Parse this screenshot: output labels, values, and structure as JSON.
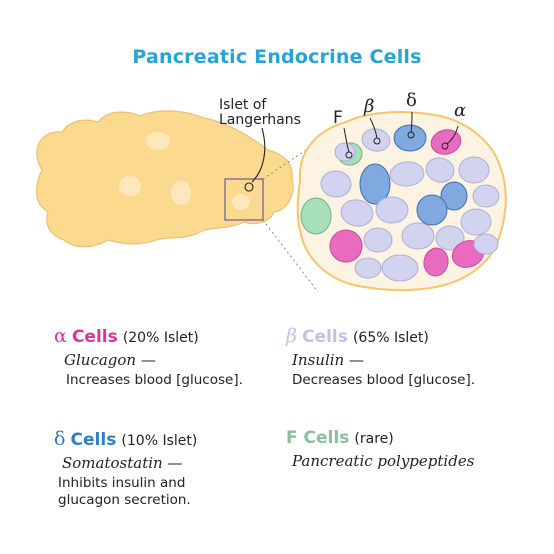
{
  "title": "Pancreatic Endocrine Cells",
  "callout": {
    "line1": "Islet of",
    "line2": "Langerhans"
  },
  "islet_labels": {
    "f": "F",
    "beta": "β",
    "delta": "δ",
    "alpha": "α"
  },
  "cells": {
    "alpha": {
      "symbol": "α",
      "name": "Cells",
      "percent": "(20% Islet)",
      "hormone": "Glucagon —",
      "effect": "Increases blood [glucose]."
    },
    "beta": {
      "symbol": "β",
      "name": "Cells",
      "percent": "(65% Islet)",
      "hormone": "Insulin —",
      "effect": "Decreases blood [glucose]."
    },
    "delta": {
      "symbol": "δ",
      "name": "Cells",
      "percent": "(10% Islet)",
      "hormone": "Somatostatin —",
      "effect_line1": "Inhibits insulin and",
      "effect_line2": "glucagon secretion."
    },
    "f": {
      "name": "F Cells",
      "percent": "(rare)",
      "hormone": "Pancreatic polypeptides"
    }
  },
  "colors": {
    "title": "#25a4d6",
    "pancreas": "#fbd98f",
    "alpha": "#e96bbf",
    "beta": "#d2d3ee",
    "delta": "#7fa9df",
    "f": "#a6dfb9"
  }
}
